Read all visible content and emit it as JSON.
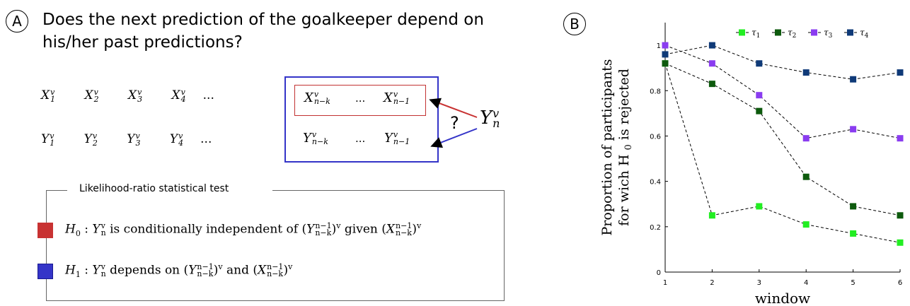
{
  "panel_a": {
    "label": "A",
    "question": "Does the next prediction of the goalkeeper depend on his/her past predictions?",
    "x_series": [
      "X",
      "X",
      "X",
      "X"
    ],
    "x_sub": [
      "1",
      "2",
      "3",
      "4"
    ],
    "y_series": [
      "Y",
      "Y",
      "Y",
      "Y"
    ],
    "y_sub": [
      "1",
      "2",
      "3",
      "4"
    ],
    "sup": "v",
    "ellipsis": "...",
    "box_x_left": "X",
    "box_x_right": "X",
    "box_y_left": "Y",
    "box_y_right": "Y",
    "sub_nk": "n−k",
    "sub_n1": "n−1",
    "target_var": "Y",
    "target_sub": "n",
    "question_mark": "?",
    "test_title": "Likelihood-ratio statistical test",
    "h0_label": "H",
    "h0_sub": "0",
    "h0_text": " is conditionally independent of ",
    "h0_given": " given ",
    "h1_label": "H",
    "h1_sub": "1",
    "h1_text": " depends on ",
    "h1_and": " and ",
    "sup_n1": "n−1",
    "colors": {
      "h0": "#c83232",
      "h1": "#3434c8"
    }
  },
  "panel_b": {
    "label": "B"
  },
  "chart_data": {
    "type": "line",
    "x": [
      1,
      2,
      3,
      4,
      5,
      6
    ],
    "xlabel": "window",
    "ylabel_line1": "Proportion of participants",
    "ylabel_line2": "for wich H",
    "ylabel_sub": "0",
    "ylabel_line2_end": " is rejected",
    "xlim": [
      1,
      6
    ],
    "ylim": [
      0,
      1.1
    ],
    "xticks": [
      "1",
      "2",
      "3",
      "4",
      "5",
      "6"
    ],
    "yticks": [
      0,
      0.2,
      0.4,
      0.6,
      0.8,
      1
    ],
    "ytick_labels": [
      "0",
      "0.2",
      "0.4",
      "0.6",
      "0.8",
      "1"
    ],
    "legend_placement": "top-right",
    "series": [
      {
        "name": "τ",
        "sub": "1",
        "color": "#22ee22",
        "values": [
          0.92,
          0.25,
          0.29,
          0.21,
          0.17,
          0.13
        ]
      },
      {
        "name": "τ",
        "sub": "2",
        "color": "#0d5a0d",
        "values": [
          0.92,
          0.83,
          0.71,
          0.42,
          0.29,
          0.25
        ]
      },
      {
        "name": "τ",
        "sub": "3",
        "color": "#8a3cf0",
        "values": [
          1.0,
          0.92,
          0.78,
          0.59,
          0.63,
          0.59
        ]
      },
      {
        "name": "τ",
        "sub": "4",
        "color": "#0f3a78",
        "values": [
          0.96,
          1.0,
          0.92,
          0.88,
          0.85,
          0.88
        ]
      }
    ]
  }
}
